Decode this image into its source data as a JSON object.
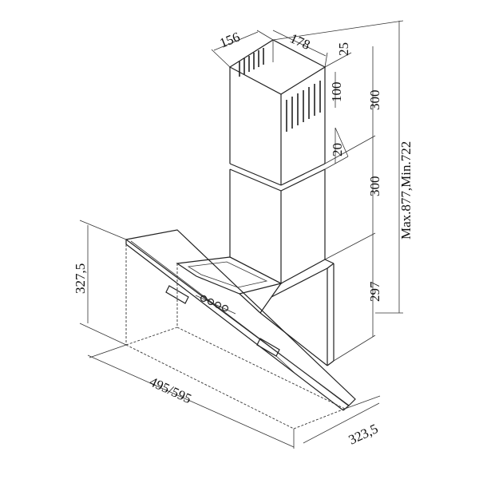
{
  "dimensions": {
    "chimney_depth": "156",
    "chimney_width": "178",
    "top_offset": "25",
    "vent_height": "100",
    "upper_chimney": "300",
    "gap": "20",
    "lower_chimney": "300",
    "total_height": "Max.877,Min.722",
    "body_height": "297",
    "canopy_height": "327,5",
    "width": "495/595",
    "depth": "323,5"
  }
}
